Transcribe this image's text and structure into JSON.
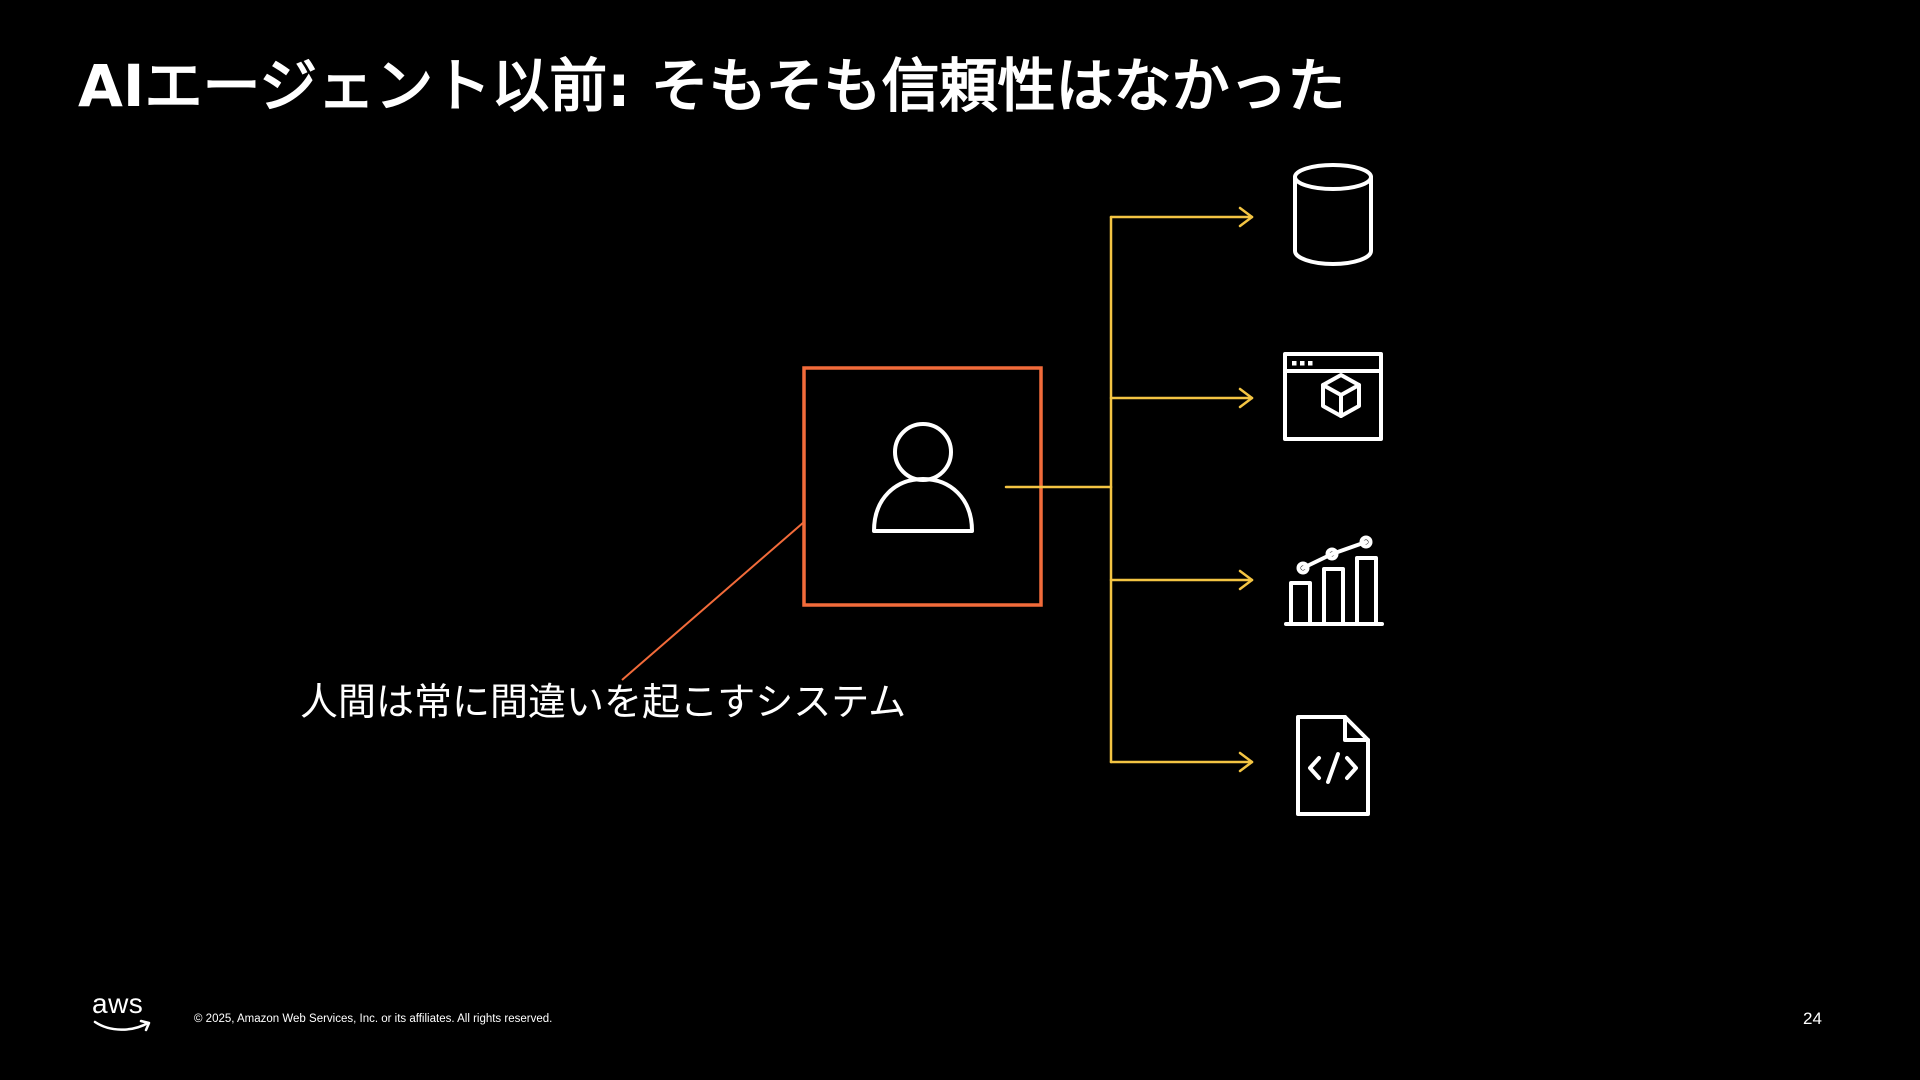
{
  "slide": {
    "title": "AIエージェント以前: そもそも信頼性はなかった",
    "caption": "人間は常に間違いを起こすシステム",
    "page_number": "24"
  },
  "footer": {
    "logo_text": "aws",
    "copyright": "© 2025, Amazon Web Services, Inc. or its affiliates. All rights reserved."
  },
  "diagram": {
    "center_node": {
      "icon": "user-icon"
    },
    "targets": [
      {
        "icon": "database-icon"
      },
      {
        "icon": "application-window-icon"
      },
      {
        "icon": "analytics-chart-icon"
      },
      {
        "icon": "code-file-icon"
      }
    ]
  },
  "colors": {
    "background": "#000000",
    "text": "#ffffff",
    "accent_orange": "#f26b3a",
    "connector_yellow": "#f3c443",
    "icon_stroke": "#ffffff"
  }
}
